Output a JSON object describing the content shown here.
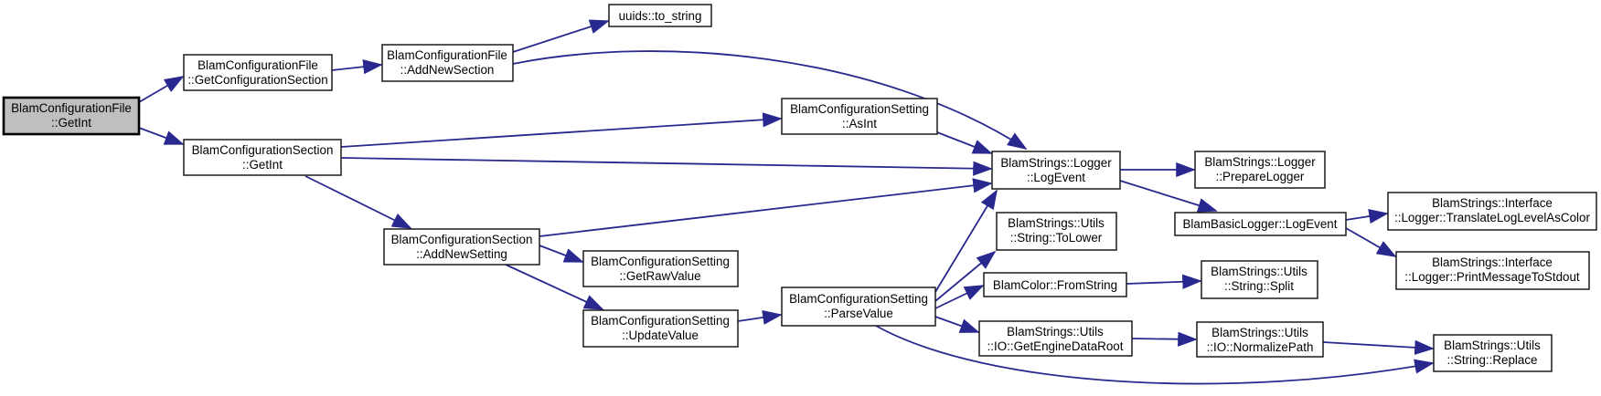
{
  "diagram": {
    "type": "call-graph",
    "colors": {
      "edge": "#28288f",
      "node_fill": "#ffffff",
      "node_border": "#1a1a1a",
      "root_node_fill": "#bfbfbf",
      "text": "#000000",
      "background": "#ffffff"
    },
    "nodes": {
      "root": {
        "lines": [
          "BlamConfigurationFile",
          "::GetInt"
        ]
      },
      "get_configuration_section": {
        "lines": [
          "BlamConfigurationFile",
          "::GetConfigurationSection"
        ]
      },
      "add_new_section": {
        "lines": [
          "BlamConfigurationFile",
          "::AddNewSection"
        ]
      },
      "uuids_to_string": {
        "lines": [
          "uuids::to_string"
        ]
      },
      "section_get_int": {
        "lines": [
          "BlamConfigurationSection",
          "::GetInt"
        ]
      },
      "as_int": {
        "lines": [
          "BlamConfigurationSetting",
          "::AsInt"
        ]
      },
      "logger_log_event": {
        "lines": [
          "BlamStrings::Logger",
          "::LogEvent"
        ]
      },
      "prepare_logger": {
        "lines": [
          "BlamStrings::Logger",
          "::PrepareLogger"
        ]
      },
      "basic_logger_log_event": {
        "lines": [
          "BlamBasicLogger::LogEvent"
        ]
      },
      "translate_log_level_as_color": {
        "lines": [
          "BlamStrings::Interface",
          "::Logger::TranslateLogLevelAsColor"
        ]
      },
      "print_message_to_stdout": {
        "lines": [
          "BlamStrings::Interface",
          "::Logger::PrintMessageToStdout"
        ]
      },
      "to_lower": {
        "lines": [
          "BlamStrings::Utils",
          "::String::ToLower"
        ]
      },
      "from_string": {
        "lines": [
          "BlamColor::FromString"
        ]
      },
      "split": {
        "lines": [
          "BlamStrings::Utils",
          "::String::Split"
        ]
      },
      "parse_value": {
        "lines": [
          "BlamConfigurationSetting",
          "::ParseValue"
        ]
      },
      "get_raw_value": {
        "lines": [
          "BlamConfigurationSetting",
          "::GetRawValue"
        ]
      },
      "update_value": {
        "lines": [
          "BlamConfigurationSetting",
          "::UpdateValue"
        ]
      },
      "add_new_setting": {
        "lines": [
          "BlamConfigurationSection",
          "::AddNewSetting"
        ]
      },
      "get_engine_data_root": {
        "lines": [
          "BlamStrings::Utils",
          "::IO::GetEngineDataRoot"
        ]
      },
      "normalize_path": {
        "lines": [
          "BlamStrings::Utils",
          "::IO::NormalizePath"
        ]
      },
      "replace": {
        "lines": [
          "BlamStrings::Utils",
          "::String::Replace"
        ]
      }
    },
    "edges": [
      {
        "from": "root",
        "to": "get_configuration_section"
      },
      {
        "from": "root",
        "to": "section_get_int"
      },
      {
        "from": "get_configuration_section",
        "to": "add_new_section"
      },
      {
        "from": "add_new_section",
        "to": "uuids_to_string"
      },
      {
        "from": "add_new_section",
        "to": "logger_log_event"
      },
      {
        "from": "section_get_int",
        "to": "as_int"
      },
      {
        "from": "section_get_int",
        "to": "logger_log_event"
      },
      {
        "from": "section_get_int",
        "to": "add_new_setting"
      },
      {
        "from": "as_int",
        "to": "logger_log_event"
      },
      {
        "from": "add_new_setting",
        "to": "logger_log_event"
      },
      {
        "from": "add_new_setting",
        "to": "get_raw_value"
      },
      {
        "from": "add_new_setting",
        "to": "update_value"
      },
      {
        "from": "update_value",
        "to": "parse_value"
      },
      {
        "from": "parse_value",
        "to": "logger_log_event"
      },
      {
        "from": "parse_value",
        "to": "to_lower"
      },
      {
        "from": "parse_value",
        "to": "from_string"
      },
      {
        "from": "parse_value",
        "to": "get_engine_data_root"
      },
      {
        "from": "parse_value",
        "to": "replace"
      },
      {
        "from": "logger_log_event",
        "to": "prepare_logger"
      },
      {
        "from": "logger_log_event",
        "to": "basic_logger_log_event"
      },
      {
        "from": "basic_logger_log_event",
        "to": "translate_log_level_as_color"
      },
      {
        "from": "basic_logger_log_event",
        "to": "print_message_to_stdout"
      },
      {
        "from": "from_string",
        "to": "split"
      },
      {
        "from": "get_engine_data_root",
        "to": "normalize_path"
      },
      {
        "from": "normalize_path",
        "to": "replace"
      }
    ]
  }
}
